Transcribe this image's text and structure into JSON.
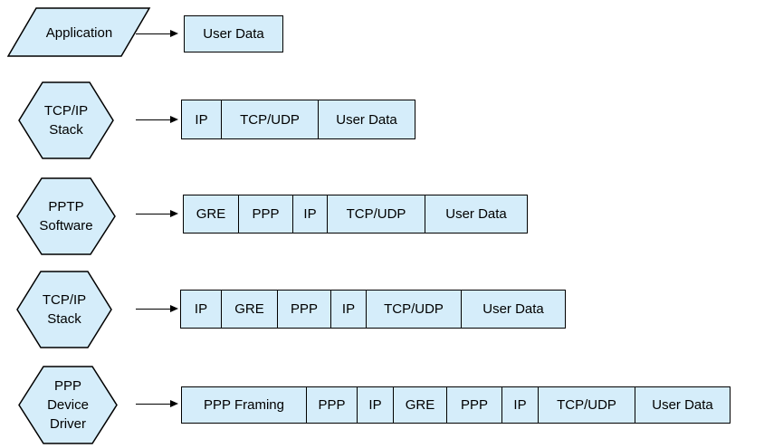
{
  "colors": {
    "shape_fill": "#d5edfa",
    "stroke": "#000000"
  },
  "rows": [
    {
      "stage": "Application",
      "shape": "parallelogram",
      "segments": [
        {
          "label": "User Data",
          "w": 108
        }
      ]
    },
    {
      "stage": "TCP/IP\nStack",
      "shape": "hexagon",
      "segments": [
        {
          "label": "IP",
          "w": 43
        },
        {
          "label": "TCP/UDP",
          "w": 107
        },
        {
          "label": "User Data",
          "w": 107
        }
      ]
    },
    {
      "stage": "PPTP\nSoftware",
      "shape": "hexagon",
      "segments": [
        {
          "label": "GRE",
          "w": 60
        },
        {
          "label": "PPP",
          "w": 60
        },
        {
          "label": "IP",
          "w": 38
        },
        {
          "label": "TCP/UDP",
          "w": 108
        },
        {
          "label": "User Data",
          "w": 113
        }
      ]
    },
    {
      "stage": "TCP/IP\nStack",
      "shape": "hexagon",
      "segments": [
        {
          "label": "IP",
          "w": 44
        },
        {
          "label": "GRE",
          "w": 62
        },
        {
          "label": "PPP",
          "w": 59
        },
        {
          "label": "IP",
          "w": 39
        },
        {
          "label": "TCP/UDP",
          "w": 105
        },
        {
          "label": "User Data",
          "w": 115
        }
      ]
    },
    {
      "stage": "PPP\nDevice\nDriver",
      "shape": "hexagon",
      "segments": [
        {
          "label": "PPP Framing",
          "w": 137
        },
        {
          "label": "PPP",
          "w": 56
        },
        {
          "label": "IP",
          "w": 40
        },
        {
          "label": "GRE",
          "w": 59
        },
        {
          "label": "PPP",
          "w": 61
        },
        {
          "label": "IP",
          "w": 40
        },
        {
          "label": "TCP/UDP",
          "w": 107
        },
        {
          "label": "User Data",
          "w": 105
        }
      ]
    }
  ]
}
